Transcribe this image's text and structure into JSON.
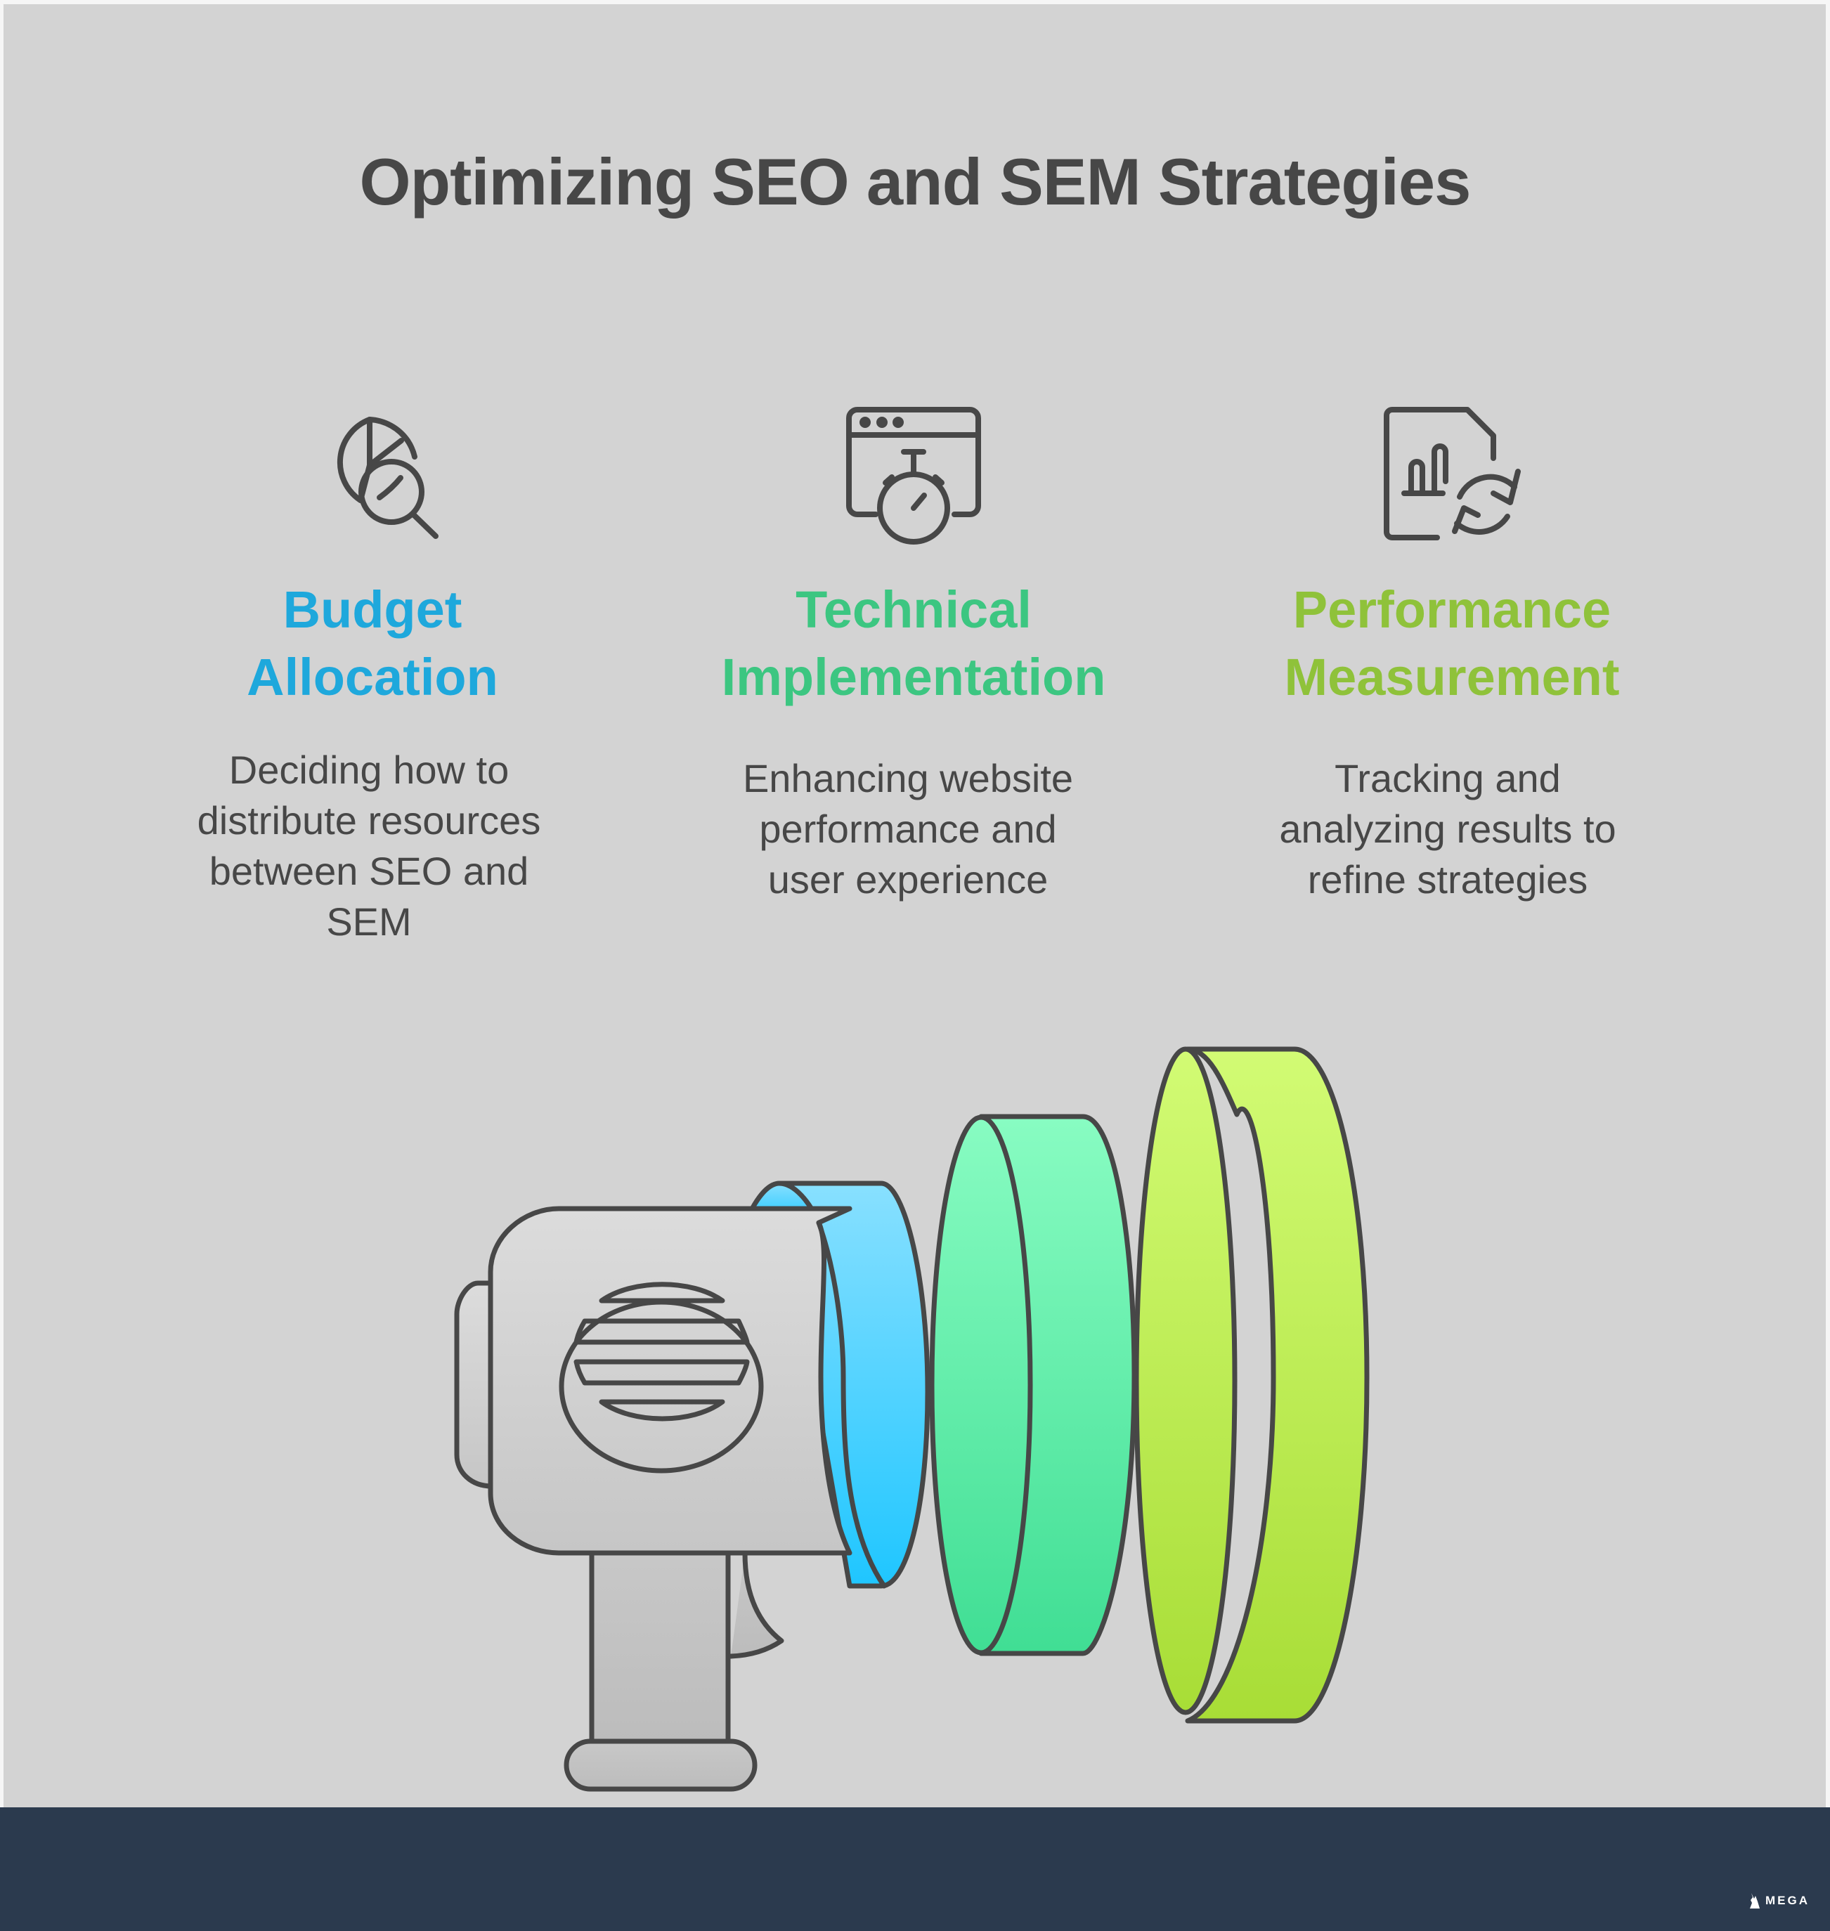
{
  "title": "Optimizing SEO and SEM Strategies",
  "colors": {
    "background": "#d3d3d3",
    "footer": "#2b3a4e",
    "text": "#474747",
    "stroke": "#474747",
    "budget": "#1ea8dc",
    "technical": "#3cc681",
    "performance": "#8fc23a"
  },
  "columns": [
    {
      "icon": "pie-chart-magnifier-icon",
      "heading_line1": "Budget",
      "heading_line2": "Allocation",
      "desc_lines": [
        "Deciding how to",
        "distribute resources",
        "between SEO and",
        "SEM"
      ]
    },
    {
      "icon": "browser-stopwatch-icon",
      "heading_line1": "Technical",
      "heading_line2": "Implementation",
      "desc_lines": [
        "Enhancing website",
        "performance and",
        "user experience"
      ]
    },
    {
      "icon": "report-refresh-icon",
      "heading_line1": "Performance",
      "heading_line2": "Measurement",
      "desc_lines": [
        "Tracking and",
        "analyzing results to",
        "refine strategies"
      ]
    }
  ],
  "illustration": {
    "name": "megaphone-with-sound-rings",
    "rings": [
      "blue",
      "green",
      "lime"
    ]
  },
  "footer": {
    "brand": "MEGA"
  }
}
